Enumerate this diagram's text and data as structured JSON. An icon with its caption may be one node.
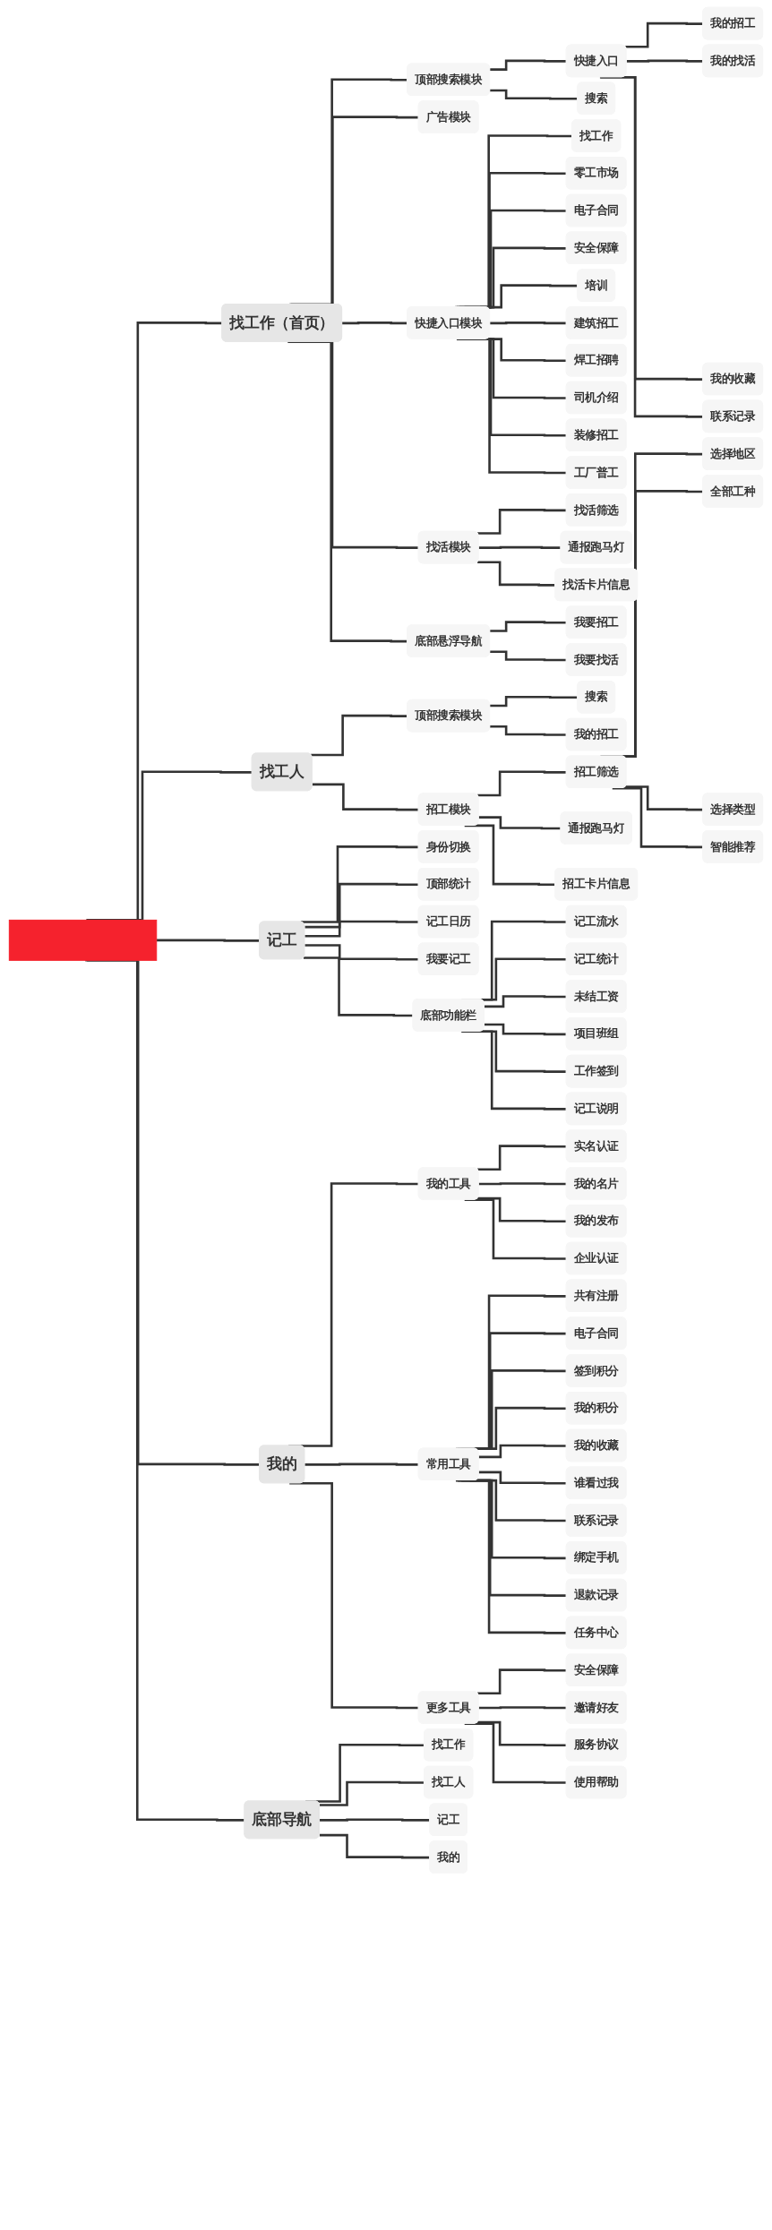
{
  "diagram": {
    "nodes": [
      {
        "text": [],
        "shape": "box"
      },
      {
        "text": [
          "找工作（首页）"
        ]
      },
      {
        "text": [
          "顶部搜索模块"
        ]
      },
      {
        "text": [
          "快捷入口"
        ]
      },
      {
        "text": [
          "我的招工"
        ]
      },
      {
        "text": [
          "我的找活"
        ]
      },
      {
        "text": [
          "我的收藏"
        ]
      },
      {
        "text": [
          "联系记录"
        ]
      },
      {
        "text": [
          "搜索"
        ]
      },
      {
        "text": [
          "广告模块"
        ]
      },
      {
        "text": [
          "快捷入口模块"
        ]
      },
      {
        "text": [
          "找工作"
        ]
      },
      {
        "text": [
          "零工市场"
        ]
      },
      {
        "text": [
          "电子合同"
        ]
      },
      {
        "text": [
          "安全保障"
        ]
      },
      {
        "text": [
          "培训"
        ]
      },
      {
        "text": [
          "建筑招工"
        ]
      },
      {
        "text": [
          "焊工招聘"
        ]
      },
      {
        "text": [
          "司机介绍"
        ]
      },
      {
        "text": [
          "装修招工"
        ]
      },
      {
        "text": [
          "工厂普工"
        ]
      },
      {
        "text": [
          "找活模块"
        ]
      },
      {
        "text": [
          "找活筛选"
        ]
      },
      {
        "text": [
          "通报跑马灯"
        ]
      },
      {
        "text": [
          "找活卡片信息"
        ]
      },
      {
        "text": [
          "底部悬浮导航"
        ]
      },
      {
        "text": [
          "我要招工"
        ]
      },
      {
        "text": [
          "我要找活"
        ]
      },
      {
        "text": [
          "找工人"
        ]
      },
      {
        "text": [
          "顶部搜索模块"
        ]
      },
      {
        "text": [
          "搜索"
        ]
      },
      {
        "text": [
          "我的招工"
        ]
      },
      {
        "text": [
          "招工模块"
        ]
      },
      {
        "text": [
          "招工筛选"
        ]
      },
      {
        "text": [
          "选择地区"
        ]
      },
      {
        "text": [
          "全部工种"
        ]
      },
      {
        "text": [
          "选择类型"
        ]
      },
      {
        "text": [
          "智能推荐"
        ]
      },
      {
        "text": [
          "通报跑马灯"
        ]
      },
      {
        "text": [
          "招工卡片信息"
        ]
      },
      {
        "text": [
          "记工"
        ]
      },
      {
        "text": [
          "身份切换"
        ]
      },
      {
        "text": [
          "顶部统计"
        ]
      },
      {
        "text": [
          "记工日历"
        ]
      },
      {
        "text": [
          "我要记工"
        ]
      },
      {
        "text": [
          "底部功能栏"
        ]
      },
      {
        "text": [
          "记工流水"
        ]
      },
      {
        "text": [
          "记工统计"
        ]
      },
      {
        "text": [
          "未结工资"
        ]
      },
      {
        "text": [
          "项目班组"
        ]
      },
      {
        "text": [
          "工作签到"
        ]
      },
      {
        "text": [
          "记工说明"
        ]
      },
      {
        "text": [
          "我的"
        ]
      },
      {
        "text": [
          "我的工具"
        ]
      },
      {
        "text": [
          "实名认证"
        ]
      },
      {
        "text": [
          "我的名片"
        ]
      },
      {
        "text": [
          "我的发布"
        ]
      },
      {
        "text": [
          "企业认证"
        ]
      },
      {
        "text": [
          "常用工具"
        ]
      },
      {
        "text": [
          "共有注册"
        ]
      },
      {
        "text": [
          "电子合同"
        ]
      },
      {
        "text": [
          "签到积分"
        ]
      },
      {
        "text": [
          "我的积分"
        ]
      },
      {
        "text": [
          "我的收藏"
        ]
      },
      {
        "text": [
          "谁看过我"
        ]
      },
      {
        "text": [
          "联系记录"
        ]
      },
      {
        "text": [
          "绑定手机"
        ]
      },
      {
        "text": [
          "退款记录"
        ]
      },
      {
        "text": [
          "任务中心"
        ]
      },
      {
        "text": [
          "更多工具"
        ]
      },
      {
        "text": [
          "安全保障"
        ]
      },
      {
        "text": [
          "邀请好友"
        ]
      },
      {
        "text": [
          "服务协议"
        ]
      },
      {
        "text": [
          "使用帮助"
        ]
      },
      {
        "text": [
          "底部导航"
        ]
      },
      {
        "text": [
          "找工作"
        ]
      },
      {
        "text": [
          "找工人"
        ]
      },
      {
        "text": [
          "记工"
        ]
      },
      {
        "text": [
          "我的"
        ]
      }
    ],
    "edges": [
      {
        "from": 0,
        "to": 1,
        "arrow": "none"
      },
      {
        "from": 1,
        "to": 2,
        "arrow": "none"
      },
      {
        "from": 2,
        "to": 3,
        "arrow": "none"
      },
      {
        "from": 3,
        "to": 4,
        "arrow": "none"
      },
      {
        "from": 3,
        "to": 5,
        "arrow": "none"
      },
      {
        "from": 3,
        "to": 6,
        "arrow": "none"
      },
      {
        "from": 3,
        "to": 7,
        "arrow": "none"
      },
      {
        "from": 2,
        "to": 8,
        "arrow": "none"
      },
      {
        "from": 1,
        "to": 9,
        "arrow": "none"
      },
      {
        "from": 1,
        "to": 10,
        "arrow": "none"
      },
      {
        "from": 10,
        "to": 11,
        "arrow": "none"
      },
      {
        "from": 10,
        "to": 12,
        "arrow": "none"
      },
      {
        "from": 10,
        "to": 13,
        "arrow": "none"
      },
      {
        "from": 10,
        "to": 14,
        "arrow": "none"
      },
      {
        "from": 10,
        "to": 15,
        "arrow": "none"
      },
      {
        "from": 10,
        "to": 16,
        "arrow": "none"
      },
      {
        "from": 10,
        "to": 17,
        "arrow": "none"
      },
      {
        "from": 10,
        "to": 18,
        "arrow": "none"
      },
      {
        "from": 10,
        "to": 19,
        "arrow": "none"
      },
      {
        "from": 10,
        "to": 20,
        "arrow": "none"
      },
      {
        "from": 1,
        "to": 21,
        "arrow": "none"
      },
      {
        "from": 21,
        "to": 22,
        "arrow": "none"
      },
      {
        "from": 21,
        "to": 23,
        "arrow": "none"
      },
      {
        "from": 21,
        "to": 24,
        "arrow": "none"
      },
      {
        "from": 1,
        "to": 25,
        "arrow": "none"
      },
      {
        "from": 25,
        "to": 26,
        "arrow": "none"
      },
      {
        "from": 25,
        "to": 27,
        "arrow": "none"
      },
      {
        "from": 0,
        "to": 28,
        "arrow": "none"
      },
      {
        "from": 28,
        "to": 29,
        "arrow": "none"
      },
      {
        "from": 29,
        "to": 30,
        "arrow": "none"
      },
      {
        "from": 29,
        "to": 31,
        "arrow": "none"
      },
      {
        "from": 28,
        "to": 32,
        "arrow": "none"
      },
      {
        "from": 32,
        "to": 33,
        "arrow": "none"
      },
      {
        "from": 33,
        "to": 34,
        "arrow": "none"
      },
      {
        "from": 33,
        "to": 35,
        "arrow": "none"
      },
      {
        "from": 33,
        "to": 36,
        "arrow": "none"
      },
      {
        "from": 33,
        "to": 37,
        "arrow": "none"
      },
      {
        "from": 32,
        "to": 38,
        "arrow": "none"
      },
      {
        "from": 32,
        "to": 39,
        "arrow": "none"
      },
      {
        "from": 0,
        "to": 40,
        "arrow": "none"
      },
      {
        "from": 40,
        "to": 41,
        "arrow": "none"
      },
      {
        "from": 40,
        "to": 42,
        "arrow": "none"
      },
      {
        "from": 40,
        "to": 43,
        "arrow": "none"
      },
      {
        "from": 40,
        "to": 44,
        "arrow": "none"
      },
      {
        "from": 40,
        "to": 45,
        "arrow": "none"
      },
      {
        "from": 45,
        "to": 46,
        "arrow": "none"
      },
      {
        "from": 45,
        "to": 47,
        "arrow": "none"
      },
      {
        "from": 45,
        "to": 48,
        "arrow": "none"
      },
      {
        "from": 45,
        "to": 49,
        "arrow": "none"
      },
      {
        "from": 45,
        "to": 50,
        "arrow": "none"
      },
      {
        "from": 45,
        "to": 51,
        "arrow": "none"
      },
      {
        "from": 0,
        "to": 52,
        "arrow": "none"
      },
      {
        "from": 52,
        "to": 53,
        "arrow": "none"
      },
      {
        "from": 53,
        "to": 54,
        "arrow": "none"
      },
      {
        "from": 53,
        "to": 55,
        "arrow": "none"
      },
      {
        "from": 53,
        "to": 56,
        "arrow": "none"
      },
      {
        "from": 53,
        "to": 57,
        "arrow": "none"
      },
      {
        "from": 52,
        "to": 58,
        "arrow": "none"
      },
      {
        "from": 58,
        "to": 59,
        "arrow": "none"
      },
      {
        "from": 58,
        "to": 60,
        "arrow": "none"
      },
      {
        "from": 58,
        "to": 61,
        "arrow": "none"
      },
      {
        "from": 58,
        "to": 62,
        "arrow": "none"
      },
      {
        "from": 58,
        "to": 63,
        "arrow": "none"
      },
      {
        "from": 58,
        "to": 64,
        "arrow": "none"
      },
      {
        "from": 58,
        "to": 65,
        "arrow": "none"
      },
      {
        "from": 58,
        "to": 66,
        "arrow": "none"
      },
      {
        "from": 58,
        "to": 67,
        "arrow": "none"
      },
      {
        "from": 58,
        "to": 68,
        "arrow": "none"
      },
      {
        "from": 52,
        "to": 69,
        "arrow": "none"
      },
      {
        "from": 69,
        "to": 70,
        "arrow": "none"
      },
      {
        "from": 69,
        "to": 71,
        "arrow": "none"
      },
      {
        "from": 69,
        "to": 72,
        "arrow": "none"
      },
      {
        "from": 69,
        "to": 73,
        "arrow": "none"
      },
      {
        "from": 0,
        "to": 74,
        "arrow": "none"
      },
      {
        "from": 74,
        "to": 75,
        "arrow": "none"
      },
      {
        "from": 74,
        "to": 76,
        "arrow": "none"
      },
      {
        "from": 74,
        "to": 77,
        "arrow": "none"
      },
      {
        "from": 74,
        "to": 78,
        "arrow": "none"
      }
    ]
  }
}
